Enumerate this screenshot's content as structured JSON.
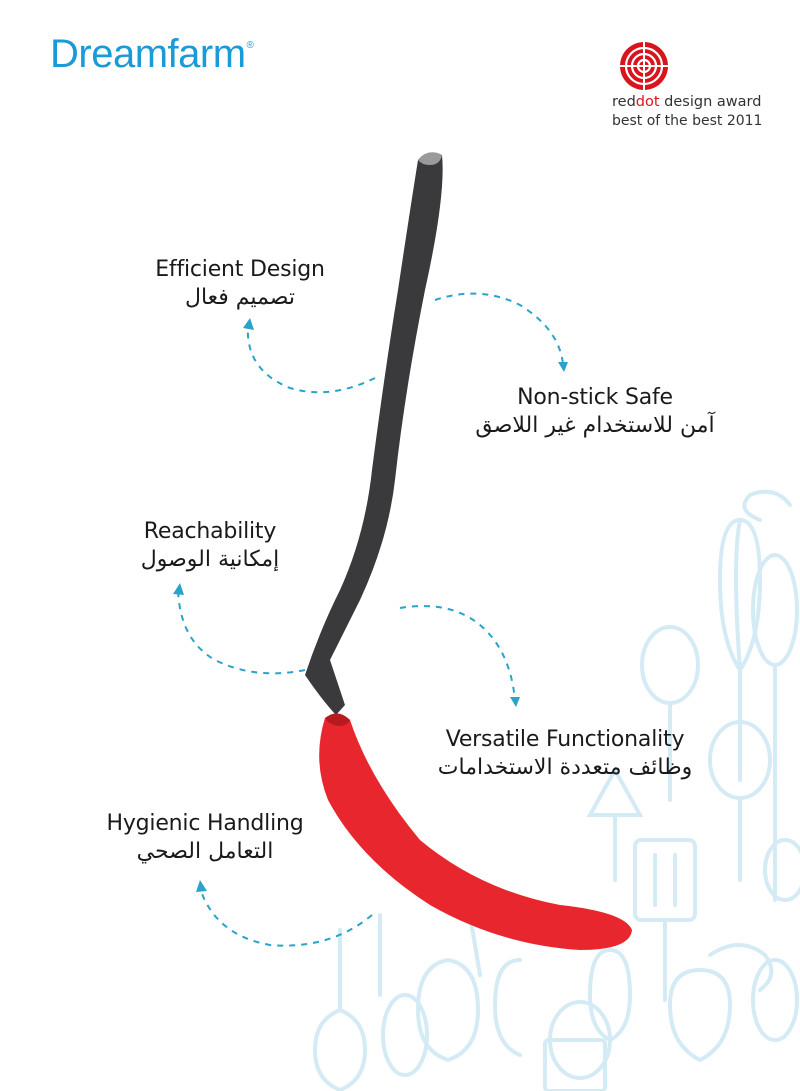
{
  "brand": {
    "name": "Dreamfarm",
    "registered_mark": "®",
    "color": "#1a9ad6"
  },
  "award": {
    "line1_prefix": "red",
    "line1_highlight": "dot",
    "line1_suffix": " design award",
    "line2": "best of the best 2011",
    "accent_color": "#d7151e"
  },
  "features": [
    {
      "en": "Efficient Design",
      "ar": "تصميم فعال"
    },
    {
      "en": "Non-stick Safe",
      "ar": "آمن للاستخدام غير اللاصق"
    },
    {
      "en": "Reachability",
      "ar": "إمكانية الوصول"
    },
    {
      "en": "Versatile Functionality",
      "ar": "وظائف متعددة الاستخدامات"
    },
    {
      "en": "Hygienic Handling",
      "ar": "التعامل الصحي"
    }
  ],
  "colors": {
    "arrow": "#2aa3c9",
    "handle": "#3a3a3c",
    "head": "#e8262e",
    "background_art": "#d4ebf5"
  }
}
